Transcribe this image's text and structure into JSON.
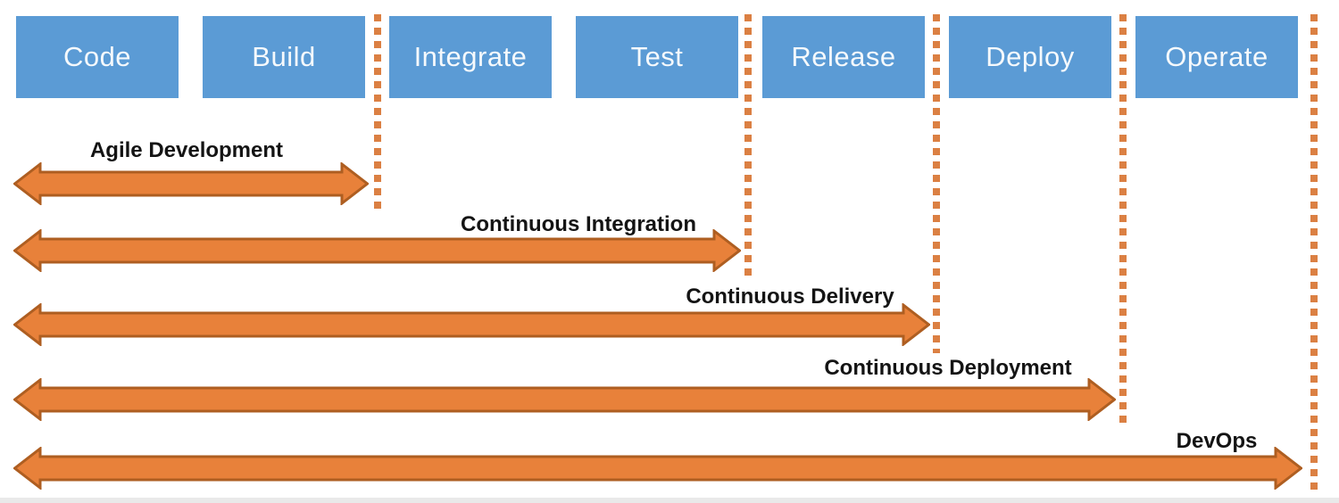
{
  "title": "DevOps pipeline stages and practice spans diagram",
  "stages": [
    "Code",
    "Build",
    "Integrate",
    "Test",
    "Release",
    "Deploy",
    "Operate"
  ],
  "spans": [
    {
      "label": "Agile Development"
    },
    {
      "label": "Continuous Integration"
    },
    {
      "label": "Continuous Delivery"
    },
    {
      "label": "Continuous Deployment"
    },
    {
      "label": "DevOps"
    }
  ],
  "colors": {
    "stage_box_fill": "#5B9BD5",
    "stage_box_text": "#F5F9FC",
    "arrow_fill": "#E8813A",
    "arrow_outline": "#AE5E21",
    "dotted_boundary": "#DB8043",
    "span_label_text": "#141414",
    "bottom_strip": "#E9E9E9",
    "background": "#FFFFFF"
  }
}
